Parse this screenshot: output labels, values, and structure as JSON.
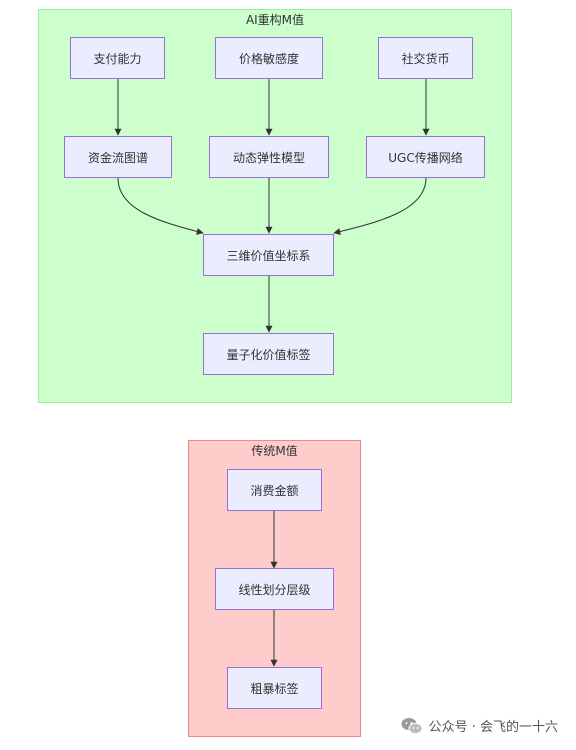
{
  "groups": {
    "ai": {
      "title": "AI重构M值",
      "fill": "#ccffcc",
      "stroke": "#99ee99"
    },
    "traditional": {
      "title": "传统M值",
      "fill": "#ffcccc",
      "stroke": "#ee8888"
    }
  },
  "nodes": {
    "pay_ability": "支付能力",
    "price_sensitivity": "价格敏感度",
    "social_currency": "社交货币",
    "cash_flow_map": "资金流图谱",
    "dynamic_elasticity": "动态弹性模型",
    "ugc_network": "UGC传播网络",
    "value_coordinate": "三维价值坐标系",
    "quantified_tag": "量子化价值标签",
    "spend_amount": "消费金额",
    "linear_tiers": "线性划分层级",
    "crude_tag": "粗暴标签"
  },
  "edges": [
    [
      "pay_ability",
      "cash_flow_map"
    ],
    [
      "price_sensitivity",
      "dynamic_elasticity"
    ],
    [
      "social_currency",
      "ugc_network"
    ],
    [
      "cash_flow_map",
      "value_coordinate"
    ],
    [
      "dynamic_elasticity",
      "value_coordinate"
    ],
    [
      "ugc_network",
      "value_coordinate"
    ],
    [
      "value_coordinate",
      "quantified_tag"
    ],
    [
      "spend_amount",
      "linear_tiers"
    ],
    [
      "linear_tiers",
      "crude_tag"
    ]
  ],
  "watermark": {
    "text": "公众号 · 会飞的一十六"
  },
  "colors": {
    "node_fill": "#ECECFF",
    "node_stroke": "#9370DB",
    "edge": "#333333"
  }
}
